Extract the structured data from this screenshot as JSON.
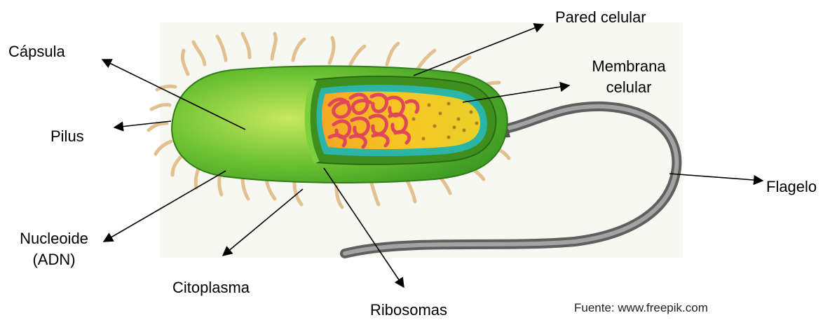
{
  "labels": {
    "capsula": "Cápsula",
    "pilus": "Pilus",
    "nucleoide_line1": "Nucleoide",
    "nucleoide_line2": "(ADN)",
    "citoplasma": "Citoplasma",
    "ribosomas": "Ribosomas",
    "pared_celular": "Pared celular",
    "membrana_line1": "Membrana",
    "membrana_line2": "celular",
    "flagelo": "Flagelo"
  },
  "source": "Fuente: www.freepik.com",
  "colors": {
    "capsule_green": "#5cb82e",
    "capsule_light": "#a6d94a",
    "cell_wall": "#3f8f1e",
    "membrane_teal": "#2bb5a8",
    "cytoplasm_yellow": "#f2c51c",
    "nucleoid_red": "#e0485a",
    "pili": "#e6c79a",
    "flagellum": "#7d7d7d",
    "arrows": "#000000",
    "paper": "#f7f8f2"
  }
}
